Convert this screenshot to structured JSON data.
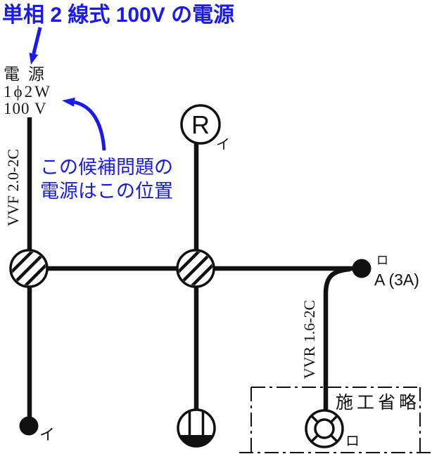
{
  "colors": {
    "accent_blue": "#1a1aee",
    "ink": "#111111",
    "background": "#ffffff"
  },
  "callouts": {
    "title": "単相 2 線式 100V の電源",
    "note": {
      "line1": "この候補問題の",
      "line2": "電源はこの位置"
    }
  },
  "power_source": {
    "name": "電源",
    "phase": "1ϕ2W",
    "voltage": "100 V"
  },
  "cables": {
    "feed": "VVF 2.0-2C",
    "branch": "VVR 1.6-2C"
  },
  "devices": {
    "lamp_receptacle": {
      "symbol": "R",
      "circuit": "イ"
    },
    "single_switch": {
      "circuit": "イ"
    },
    "auto_switch": {
      "circuit": "ロ",
      "rating": "A (3A)"
    },
    "ceiling_light": {},
    "outdoor_light": {
      "circuit": "ロ"
    },
    "omitted_section": {
      "label": "施工省略"
    }
  }
}
